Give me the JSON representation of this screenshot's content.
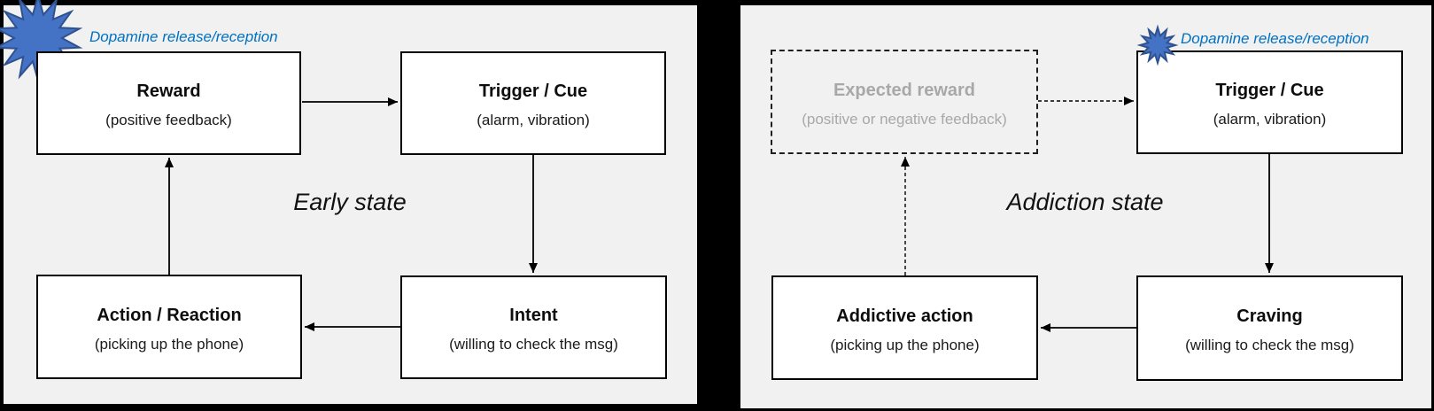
{
  "colors": {
    "background": "#000000",
    "panel_bg": "#f1f1f1",
    "box_bg": "#ffffff",
    "box_border": "#000000",
    "starburst_fill": "#4472c4",
    "starburst_stroke": "#2f528f",
    "dopamine_text": "#0070c0",
    "ghost_text": "#a8a8a8"
  },
  "left_panel": {
    "dopamine_label": "Dopamine release/reception",
    "state_label": "Early state",
    "boxes": {
      "reward": {
        "title": "Reward",
        "subtitle": "(positive feedback)"
      },
      "trigger": {
        "title": "Trigger / Cue",
        "subtitle": "(alarm, vibration)"
      },
      "action": {
        "title": "Action / Reaction",
        "subtitle": "(picking up the phone)"
      },
      "intent": {
        "title": "Intent",
        "subtitle": "(willing to check the msg)"
      }
    }
  },
  "right_panel": {
    "dopamine_label": "Dopamine release/reception",
    "state_label": "Addiction state",
    "boxes": {
      "expected_reward": {
        "title": "Expected reward",
        "subtitle": "(positive or negative feedback)"
      },
      "trigger": {
        "title": "Trigger / Cue",
        "subtitle": "(alarm, vibration)"
      },
      "addictive_action": {
        "title": "Addictive action",
        "subtitle": "(picking up the phone)"
      },
      "craving": {
        "title": "Craving",
        "subtitle": "(willing to check the msg)"
      }
    }
  }
}
